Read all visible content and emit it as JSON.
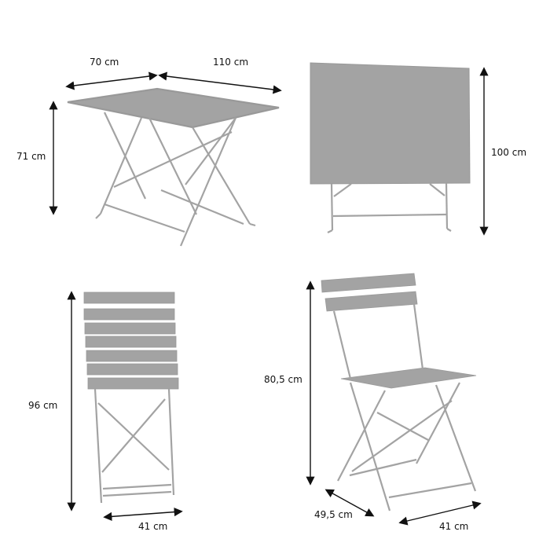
{
  "colors": {
    "furniture": "#a3a3a3",
    "furniture_dark": "#8f8f8f",
    "arrow": "#111111",
    "background": "#ffffff"
  },
  "table_open": {
    "depth_label": "70 cm",
    "width_label": "110 cm",
    "height_label": "71 cm"
  },
  "table_folded": {
    "height_label": "100 cm"
  },
  "chair_folded": {
    "height_label": "96 cm",
    "width_label": "41 cm"
  },
  "chair_open": {
    "height_label": "80,5 cm",
    "depth_label": "49,5 cm",
    "width_label": "41 cm"
  }
}
